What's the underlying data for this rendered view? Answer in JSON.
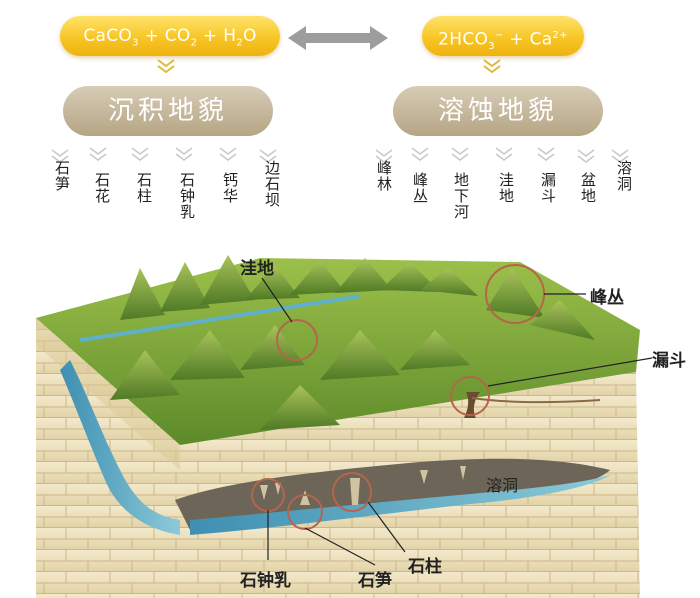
{
  "reaction": {
    "left": {
      "caco": "CaCO",
      "caco_sub": "3",
      "plus1": "+",
      "co": "CO",
      "co_sub": "2",
      "plus2": "+",
      "h": "H",
      "h_sub": "2",
      "o": "O"
    },
    "right": {
      "hco": "2HCO",
      "hco_sub": "3",
      "hco_sup": "−",
      "plus": "+",
      "ca": "Ca",
      "ca_sup": "2+"
    },
    "arrow_icon": "double-arrow-icon"
  },
  "headings": {
    "left": "沉积地貌",
    "right": "溶蚀地貌"
  },
  "landforms": {
    "deposition": [
      "石笋",
      "石花",
      "石柱",
      "石钟乳",
      "钙华",
      "边石坝"
    ],
    "dissolution": [
      "峰林",
      "峰丛",
      "地下河",
      "洼地",
      "漏斗",
      "盆地",
      "溶洞"
    ]
  },
  "callouts": {
    "depression": "洼地",
    "peak_cluster": "峰丛",
    "sinkhole": "漏斗",
    "cave": "溶洞",
    "stalactite": "石钟乳",
    "stalagmite": "石笋",
    "column": "石柱"
  },
  "colors": {
    "pill": "#f7c626",
    "heading": "#b5a585",
    "grass": "#7da23a",
    "rock": "#efe4c4",
    "water": "#5fb0c8",
    "callout_ring": "#b5654a"
  }
}
